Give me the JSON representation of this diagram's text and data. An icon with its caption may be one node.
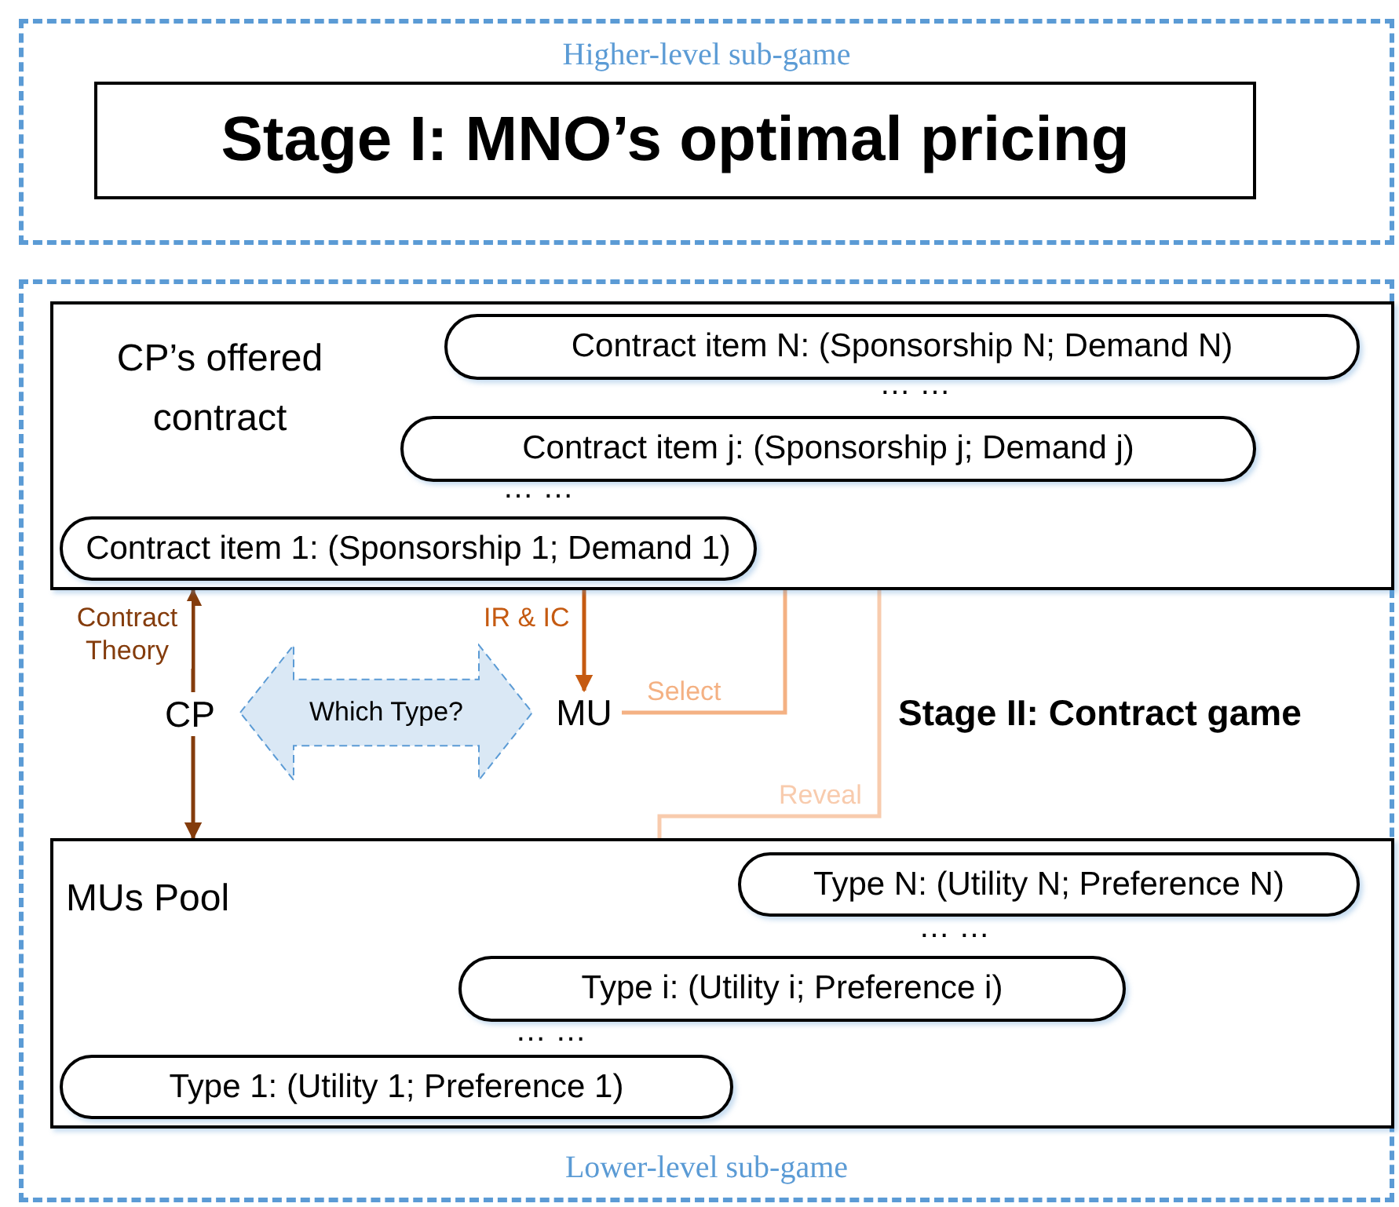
{
  "diagram": {
    "nodes": [
      {
        "text": [
          "Higher-level sub-game"
        ]
      },
      {
        "text": [
          "Stage I: MNO’s optimal pricing"
        ],
        "in": 0
      },
      {
        "text": [
          "Lower-level sub-game"
        ]
      },
      {
        "text": [
          "CP’s offered contract"
        ],
        "in": 2
      },
      {
        "text": [
          "Contract item N: (Sponsorship N; Demand N)"
        ],
        "in": 3
      },
      {
        "text": [
          "Contract item j: (Sponsorship j; Demand j)"
        ],
        "in": 3
      },
      {
        "text": [
          "Contract item 1: (Sponsorship 1; Demand 1)"
        ],
        "in": 3
      },
      {
        "text": [
          "CP"
        ],
        "in": 2
      },
      {
        "text": [
          "Which Type?"
        ],
        "in": 2
      },
      {
        "text": [
          "MU"
        ],
        "in": 2
      },
      {
        "text": [
          "MUs Pool"
        ],
        "in": 2
      },
      {
        "text": [
          "Type N: (Utility N; Preference N)"
        ],
        "in": 10
      },
      {
        "text": [
          "Type i: (Utility i; Preference i)"
        ],
        "in": 10
      },
      {
        "text": [
          "Type 1: (Utility 1; Preference 1)"
        ],
        "in": 10
      }
    ],
    "edges": [
      {
        "from": 7,
        "to": 3,
        "arrow": "to",
        "label": "Contract Theory",
        "color": "#843c0c"
      },
      {
        "from": 7,
        "to": 10,
        "arrow": "to",
        "color": "#843c0c"
      },
      {
        "from": 3,
        "to": 9,
        "arrow": "to",
        "label": "IR & IC",
        "color": "#c55a11"
      },
      {
        "from": 9,
        "to": 5,
        "arrow": "to",
        "label": "Select",
        "color": "#f4b183"
      },
      {
        "from": 5,
        "to": 12,
        "arrow": "to",
        "label": "Reveal",
        "color": "#f8cbad"
      }
    ],
    "labels": [
      "… …",
      "… …",
      "Stage II: Contract game",
      "… …",
      "… …"
    ]
  }
}
